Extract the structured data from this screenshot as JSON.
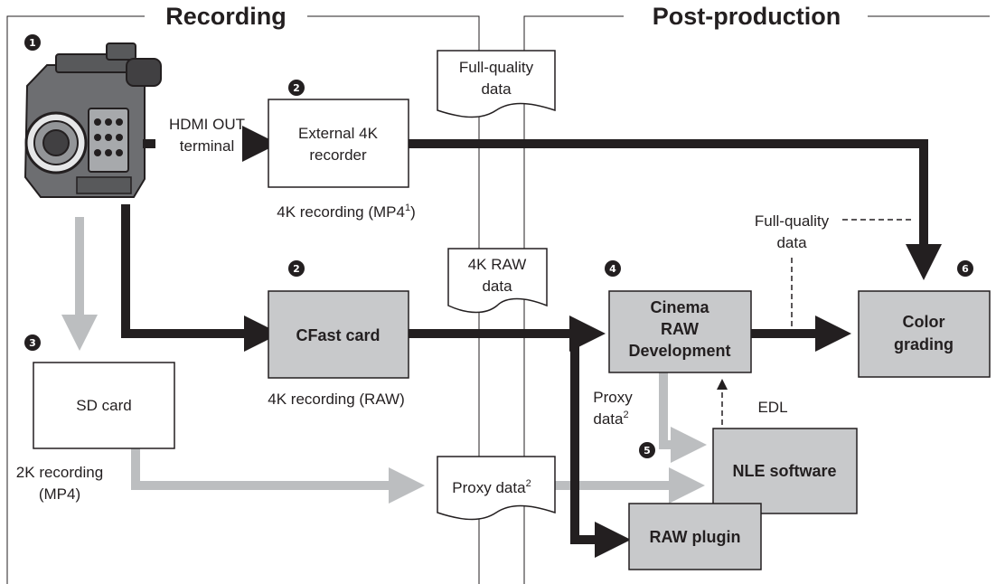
{
  "sections": {
    "recording": "Recording",
    "post_production": "Post-production"
  },
  "step_numbers": [
    "1",
    "2",
    "2",
    "3",
    "4",
    "5",
    "6"
  ],
  "boxes": {
    "external_recorder": [
      "External 4K",
      "recorder"
    ],
    "cfast_card": "CFast card",
    "sd_card": "SD card",
    "cinema_raw": [
      "Cinema",
      "RAW",
      "Development"
    ],
    "color_grading": [
      "Color",
      "grading"
    ],
    "nle_software": "NLE software",
    "raw_plugin": "RAW plugin"
  },
  "documents": {
    "full_quality": [
      "Full-quality",
      "data"
    ],
    "raw_data": [
      "4K RAW",
      "data"
    ],
    "proxy": {
      "text": "Proxy data",
      "sup": "2"
    }
  },
  "labels": {
    "hdmi": [
      "HDMI OUT",
      "terminal"
    ],
    "ext_recording": {
      "text": "4K recording (MP4",
      "sup": "1",
      "close": ")"
    },
    "raw_recording": "4K recording (RAW)",
    "sd_recording": [
      "2K recording",
      "(MP4)"
    ],
    "full_quality_note": [
      "Full-quality",
      "data"
    ],
    "proxy_note": {
      "line1": "Proxy",
      "line2": "data",
      "sup": "2"
    },
    "edl": "EDL"
  },
  "colors": {
    "black_arrow": "#231f20",
    "gray_arrow": "#bcbec0",
    "box_fill": "#c8c9cb",
    "line": "#231f20"
  }
}
